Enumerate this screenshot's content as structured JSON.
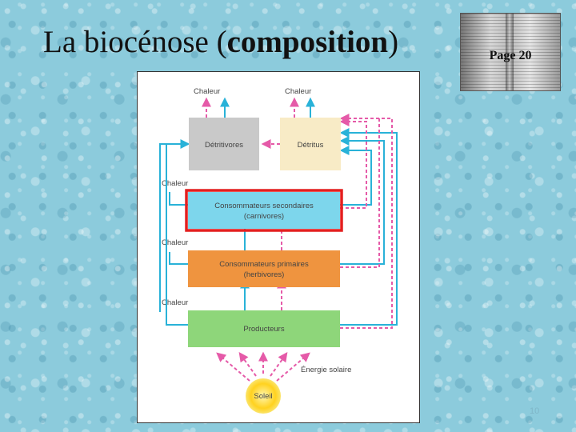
{
  "title": {
    "regular": "La biocénose (",
    "bold": "composition",
    "close": ")"
  },
  "book": {
    "label": "Page 20"
  },
  "diagram": {
    "heat_label": "Chaleur",
    "detritivores": "Détritivores",
    "detritus": "Détritus",
    "secondary": {
      "line1": "Consommateurs secondaires",
      "line2": "(carnivores)"
    },
    "primary": {
      "line1": "Consommateurs primaires",
      "line2": "(herbivores)"
    },
    "producers": "Producteurs",
    "solar_energy": "Énergie solaire",
    "sun": "Soleil"
  },
  "colors": {
    "detritivores": "#c9c9c9",
    "detritus": "#f8ebc6",
    "secondary": "#7dd6ec",
    "primary": "#ef943f",
    "producers": "#8ed67a",
    "highlight": "#e41f1f",
    "flow_cyan": "#29b2d8",
    "flow_pink": "#e55aa8"
  },
  "page_number": "10"
}
